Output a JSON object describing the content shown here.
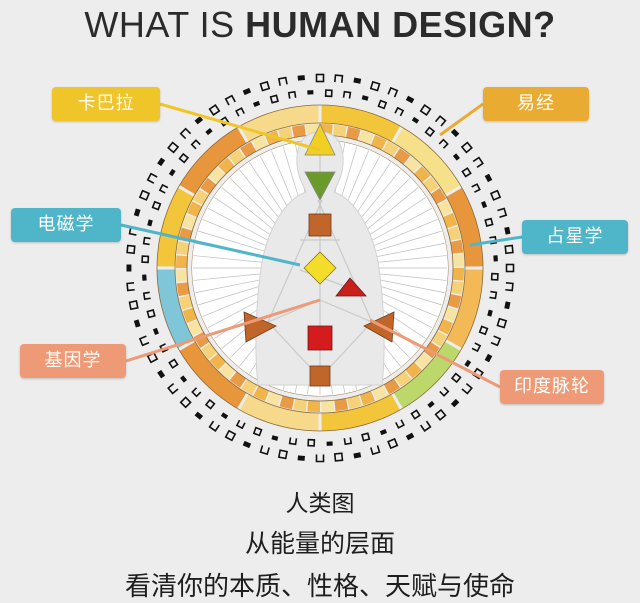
{
  "title": {
    "part1": "WHAT IS ",
    "part2": "HUMAN DESIGN?"
  },
  "labels": {
    "kabbalah": "卡巴拉",
    "iching": "易经",
    "electromagnetism": "电磁学",
    "astrology": "占星学",
    "genetics": "基因学",
    "chakras": "印度脉轮"
  },
  "colors": {
    "kabbalah": "#f0c52a",
    "iching": "#e9ab32",
    "electromagnetism": "#4fb5c9",
    "astrology": "#4fb5c9",
    "genetics": "#ee9a77",
    "chakras": "#ee9a77"
  },
  "captions": {
    "line1": "人类图",
    "line2": "从能量的层面",
    "line3": "看清你的本质、性格、天赋与使命"
  }
}
